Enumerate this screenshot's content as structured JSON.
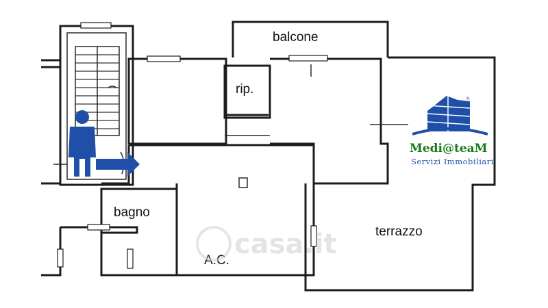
{
  "rooms": {
    "balcone": "balcone",
    "rip": "rip.",
    "bagno": "bagno",
    "terrazzo": "terrazzo",
    "ac": "A.C."
  },
  "watermark": "casa.it",
  "logo": {
    "name": "Medi@teaM",
    "subtitle": "Servizi Immobiliari",
    "registered": "®"
  },
  "colors": {
    "accent_blue": "#1f4fa8",
    "logo_green": "#1a7a1a",
    "wall": "#1c1c1c"
  },
  "icons": [
    "person-icon",
    "arrow-right-icon",
    "building-logo-icon"
  ]
}
